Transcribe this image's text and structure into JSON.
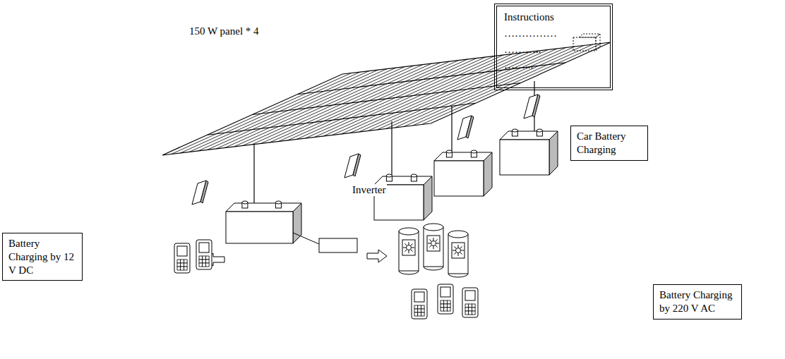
{
  "diagram": {
    "nodes": [
      {
        "text": [
          "Instructions",
          "……………",
          "………..",
          "……..."
        ]
      },
      {
        "text": [
          "Car Battery Charging"
        ]
      },
      {
        "text": [
          "Battery Charging by 12 V DC"
        ]
      },
      {
        "text": [
          "Battery Charging by 220 V AC"
        ]
      }
    ],
    "labels": [
      "150 W panel * 4",
      "Inverter"
    ]
  }
}
